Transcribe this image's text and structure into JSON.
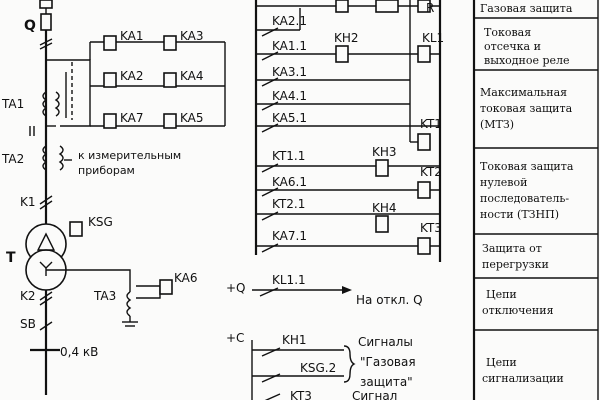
{
  "left_scheme": {
    "breaker": "Q",
    "relays_row1": [
      "KA1",
      "KA3"
    ],
    "relays_row2": [
      "KA2",
      "KA4"
    ],
    "relays_row3": [
      "KA7",
      "KA5"
    ],
    "ct1": "TA1",
    "ct2": "TA2",
    "ct2_note_line1": "к измерительным",
    "ct2_note_line2": "приборам",
    "k1": "K1",
    "ksg": "KSG",
    "transformer": "T",
    "ct3": "TA3",
    "ka6": "KA6",
    "k2": "K2",
    "sb": "SB",
    "voltage": "0,4 кВ"
  },
  "middle_scheme": {
    "contacts": [
      "KA2.1",
      "KA1.1",
      "KA3.1",
      "KA4.1",
      "KA5.1",
      "KT1.1",
      "KA6.1",
      "KT2.1",
      "KA7.1"
    ],
    "coils": {
      "kh2": "KH2",
      "kl1": "KL1",
      "kt1": "KT1",
      "kh3": "KH3",
      "kt2": "KT2",
      "kh4": "KH4",
      "kt3": "KT3",
      "r": "R"
    },
    "trip_bus": "+Q",
    "trip_contact": "KL1.1",
    "trip_text": "На откл. Q",
    "signal_bus": "+C",
    "sig_contact1": "KH1",
    "sig_contact2": "KSG.2",
    "sig_contact3": "KT3",
    "sig_text1_line1": "Сигналы",
    "sig_text1_line2": "\"Газовая",
    "sig_text1_line3": "защита\"",
    "sig_text2": "Сигнал"
  },
  "legend": {
    "rows": [
      {
        "lines": [
          "Газовая защита"
        ]
      },
      {
        "lines": [
          "Токовая",
          "отсечка и",
          "выходное реле"
        ]
      },
      {
        "lines": [
          "Максимальная",
          "токовая защита",
          "(МТЗ)"
        ]
      },
      {
        "lines": [
          "Токовая защита",
          "нулевой",
          "последователь-",
          "ности (ТЗНП)"
        ]
      },
      {
        "lines": [
          "Защита от",
          "перегрузки"
        ]
      },
      {
        "lines": [
          "Цепи",
          "отключения"
        ]
      },
      {
        "lines": [
          "Цепи",
          "сигнализации"
        ]
      }
    ]
  }
}
